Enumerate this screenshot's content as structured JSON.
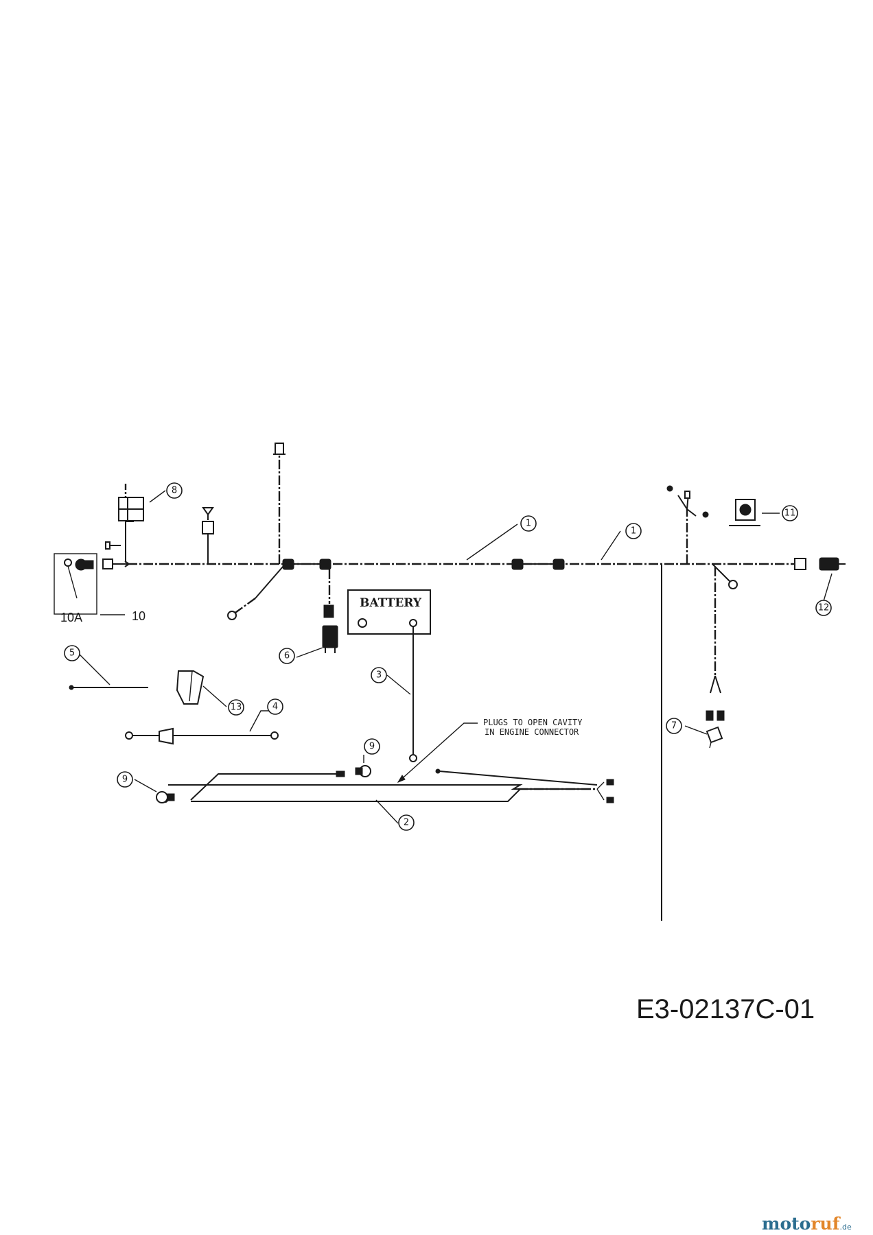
{
  "callouts": {
    "harness_a": "1",
    "harness_b": "1",
    "wire_harness_2": "2",
    "battery_cable": "3",
    "ground_cable": "4",
    "cable_tie": "5",
    "switch_6": "6",
    "switch_7": "7",
    "relay_8": "8",
    "bulb_9_upper": "9",
    "bulb_9_lower": "9",
    "switch_10": "10",
    "switch_10a": "10A",
    "part_11": "11",
    "part_12": "12",
    "part_13": "13"
  },
  "battery": {
    "label": "BATTERY"
  },
  "note": {
    "line1": "PLUGS TO OPEN CAVITY",
    "line2": "IN ENGINE CONNECTOR"
  },
  "drawing_number": "E3-02137C-01",
  "watermark": {
    "part1": "moto",
    "part2": "ruf",
    "suffix": ".de"
  }
}
